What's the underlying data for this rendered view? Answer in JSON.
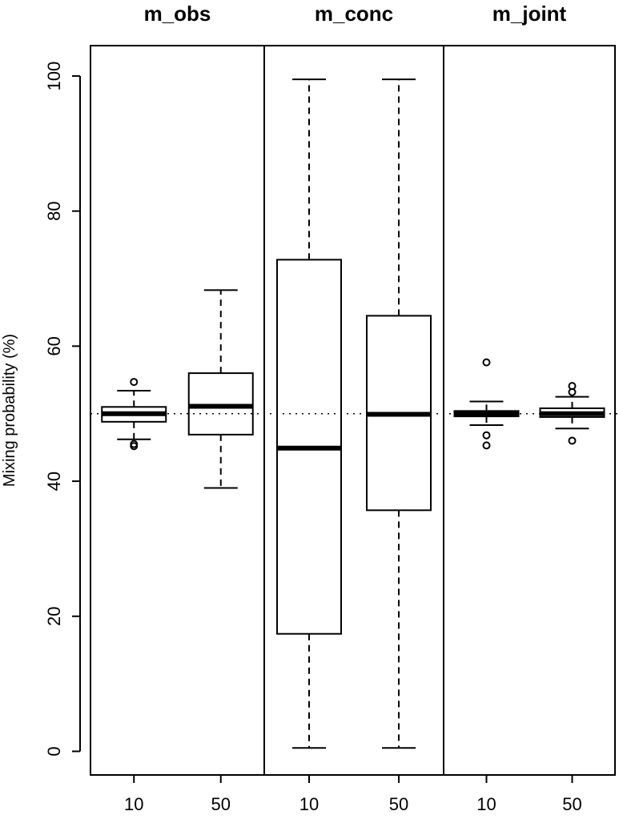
{
  "chart_data": {
    "type": "box",
    "ylabel": "Mixing probability (%)",
    "ylim": [
      -3.5,
      104.5
    ],
    "yticks": [
      0,
      20,
      40,
      60,
      80,
      100
    ],
    "reference_line": 50,
    "panels": [
      {
        "title": "m_obs",
        "boxes": [
          {
            "category": "10",
            "whisker_low": 46.2,
            "q1": 48.8,
            "median": 50.0,
            "q3": 51.0,
            "whisker_high": 53.4,
            "outliers": [
              54.7,
              45.5,
              45.2
            ]
          },
          {
            "category": "50",
            "whisker_low": 39.0,
            "q1": 46.9,
            "median": 51.1,
            "q3": 56.0,
            "whisker_high": 68.3,
            "outliers": []
          }
        ]
      },
      {
        "title": "m_conc",
        "boxes": [
          {
            "category": "10",
            "whisker_low": 0.5,
            "q1": 17.4,
            "median": 44.9,
            "q3": 72.8,
            "whisker_high": 99.5,
            "outliers": []
          },
          {
            "category": "50",
            "whisker_low": 0.5,
            "q1": 35.7,
            "median": 49.9,
            "q3": 64.5,
            "whisker_high": 99.5,
            "outliers": []
          }
        ]
      },
      {
        "title": "m_joint",
        "boxes": [
          {
            "category": "10",
            "whisker_low": 48.3,
            "q1": 49.6,
            "median": 50.0,
            "q3": 50.4,
            "whisker_high": 51.8,
            "outliers": [
              57.6,
              46.8,
              45.3
            ]
          },
          {
            "category": "50",
            "whisker_low": 47.8,
            "q1": 49.5,
            "median": 50.0,
            "q3": 50.8,
            "whisker_high": 52.5,
            "outliers": [
              54.1,
              53.2,
              46.0
            ]
          }
        ]
      }
    ]
  }
}
